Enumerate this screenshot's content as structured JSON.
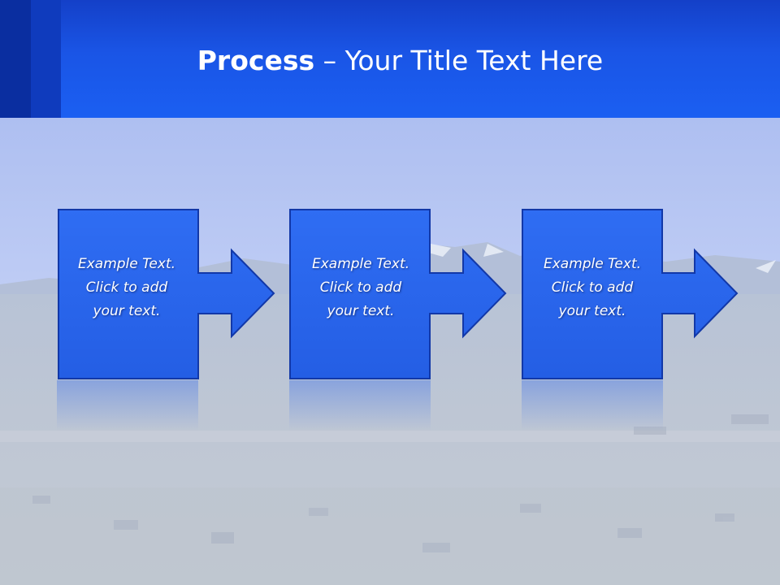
{
  "title": {
    "bold": "Process",
    "rest": " – Your Title Text Here"
  },
  "steps": [
    {
      "line1": "Example Text.",
      "line2": "Click  to add",
      "line3": "your text."
    },
    {
      "line1": "Example Text.",
      "line2": "Click  to add",
      "line3": "your text."
    },
    {
      "line1": "Example Text.",
      "line2": "Click  to add",
      "line3": "your text."
    }
  ],
  "colors": {
    "header": "#1b5ff2",
    "box": "#2a64ec",
    "box_border": "#1238a8"
  }
}
